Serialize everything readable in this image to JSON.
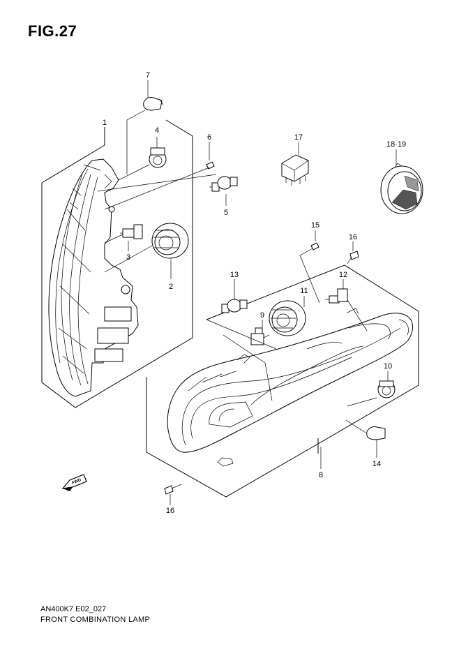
{
  "figure": {
    "title": "FIG.27",
    "code": "AN400K7 E02_027",
    "name": "FRONT COMBINATION LAMP"
  },
  "callouts": [
    "1",
    "2",
    "3",
    "4",
    "5",
    "6",
    "7",
    "8",
    "9",
    "10",
    "11",
    "12",
    "13",
    "14",
    "15",
    "16",
    "16",
    "17",
    "18·19"
  ],
  "fwd_label": "FWD"
}
